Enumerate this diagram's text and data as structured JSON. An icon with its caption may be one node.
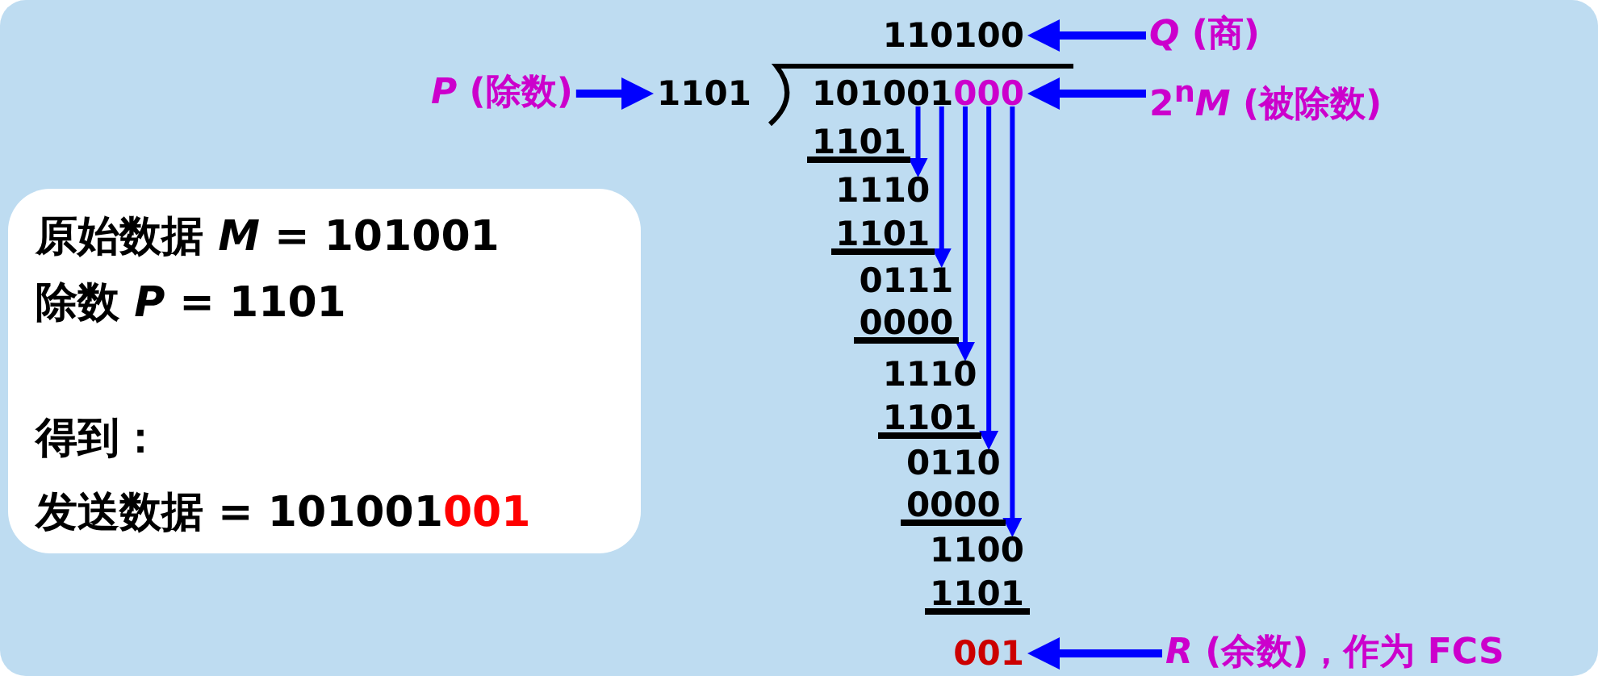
{
  "diagram": {
    "nodes": [
      {
        "text": [
          "110100"
        ]
      },
      {
        "text": [
          "*Q* (商)"
        ]
      },
      {
        "text": [
          "*P* (除数)"
        ]
      },
      {
        "text": [
          "1101"
        ]
      },
      {
        "text": [
          "101001000"
        ]
      },
      {
        "text": [
          "2$^{n}$*M* (被除数)"
        ]
      },
      {
        "text": [
          "1110"
        ],
        "beside": [
          "1101"
        ]
      },
      {
        "text": [
          "0111"
        ],
        "beside": [
          "1101"
        ]
      },
      {
        "text": [
          "1110"
        ],
        "beside": [
          "0000"
        ]
      },
      {
        "text": [
          "0110"
        ],
        "beside": [
          "1101"
        ]
      },
      {
        "text": [
          "1100"
        ],
        "beside": [
          "0000"
        ]
      },
      {
        "text": [
          "001"
        ],
        "beside": [
          "1101"
        ]
      },
      {
        "text": [
          "*R* (余数)，作为 FCS"
        ]
      },
      {
        "text": [
          "原始数据 *M* = 101001",
          "除数 *P* = 1101",
          "得到：",
          "发送数据 = 101001001"
        ]
      }
    ],
    "edges": [
      {
        "from": 1,
        "to": 0,
        "arrow": "to"
      },
      {
        "from": 2,
        "to": 3,
        "arrow": "to"
      },
      {
        "from": 5,
        "to": 4,
        "arrow": "to"
      },
      {
        "from": 4,
        "to": 6,
        "arrow": "to"
      },
      {
        "from": 4,
        "to": 7,
        "arrow": "to"
      },
      {
        "from": 4,
        "to": 8,
        "arrow": "to"
      },
      {
        "from": 4,
        "to": 9,
        "arrow": "to"
      },
      {
        "from": 4,
        "to": 10,
        "arrow": "to"
      },
      {
        "from": 12,
        "to": 11,
        "arrow": "to"
      }
    ]
  }
}
